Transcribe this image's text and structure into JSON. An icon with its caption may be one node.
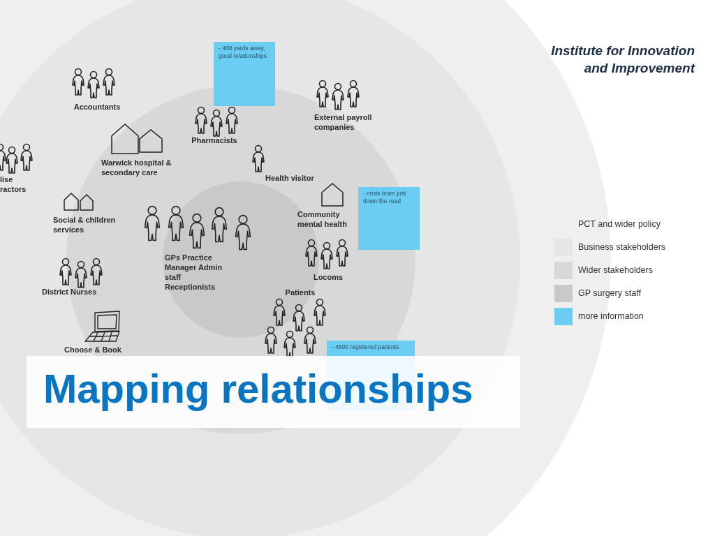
{
  "diagram": {
    "title": "Mapping relationships",
    "nodes": [
      {
        "text": [
          "- 400 yards away, good relationships"
        ]
      },
      {
        "text": [
          "- crisis team just down the road"
        ]
      },
      {
        "text": [
          "- 4500 registered patients"
        ]
      }
    ],
    "labels": [
      "Institute for Innovation and Improvement",
      "Accountants",
      "Pharmacists",
      "External payroll companies",
      "Warwick hospital & secondary care",
      "Health visitor",
      "lise ractors",
      "Community mental health",
      "Social & children services",
      "GPs Practice Manager Admin staff Receptionists",
      "Locoms",
      "District Nurses",
      "Patients",
      "Choose & Book"
    ],
    "legend": [
      {
        "text": "PCT and wider policy",
        "color": "#efeff0"
      },
      {
        "text": "Business stakeholders",
        "color": "#e6e6e7"
      },
      {
        "text": "Wider stakeholders",
        "color": "#d8d8d9"
      },
      {
        "text": "GP surgery staff",
        "color": "#c9c9ca"
      },
      {
        "text": "more information",
        "color": "#6ccdf2"
      }
    ]
  }
}
